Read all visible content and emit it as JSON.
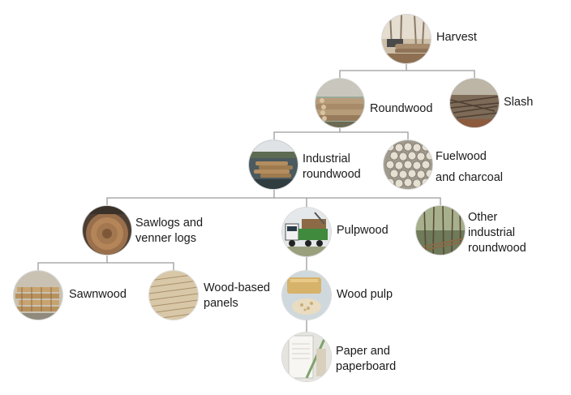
{
  "nodes": {
    "harvest": {
      "label": "Harvest",
      "image": "harvest-photo"
    },
    "roundwood": {
      "label": "Roundwood",
      "image": "log-pile-photo"
    },
    "slash": {
      "label": "Slash",
      "image": "branches-photo"
    },
    "industrial_roundwood": {
      "label_line1": "Industrial",
      "label_line2": "roundwood",
      "image": "log-raft-photo"
    },
    "fuelwood": {
      "label_line1": "Fuelwood",
      "label_line2": "and charcoal",
      "image": "firewood-stack-photo"
    },
    "sawlogs": {
      "label_line1": "Sawlogs and",
      "label_line2": "venner logs",
      "image": "log-end-photo"
    },
    "pulpwood": {
      "label": "Pulpwood",
      "image": "timber-truck-photo"
    },
    "other_industrial": {
      "label_line1": "Other",
      "label_line2": "industrial",
      "label_line3": "roundwood",
      "image": "forest-poles-photo"
    },
    "sawnwood": {
      "label": "Sawnwood",
      "image": "lumber-stack-photo"
    },
    "wood_based_panels": {
      "label_line1": "Wood-based",
      "label_line2": "panels",
      "image": "board-panels-photo"
    },
    "wood_pulp": {
      "label": "Wood pulp",
      "image": "pulp-photo"
    },
    "paper": {
      "label_line1": "Paper and",
      "label_line2": "paperboard",
      "image": "paper-photo"
    }
  },
  "colors": {
    "connector": "#9b9b9b",
    "text": "#1a1a1a"
  }
}
